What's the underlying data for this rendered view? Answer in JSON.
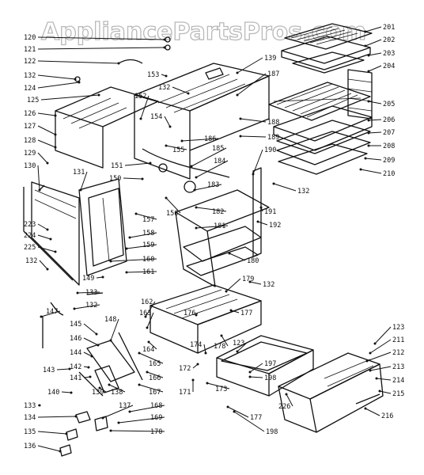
{
  "watermark": "AppliancePartsPros.com",
  "labels": [
    "120",
    "121",
    "122",
    "132",
    "124",
    "125",
    "126",
    "127",
    "128",
    "129",
    "130",
    "131",
    "152",
    "153",
    "132",
    "139",
    "187",
    "154",
    "188",
    "189",
    "186",
    "155",
    "185",
    "151",
    "150",
    "157",
    "156",
    "184",
    "190",
    "183",
    "182",
    "181",
    "180",
    "158",
    "159",
    "160",
    "161",
    "149",
    "223",
    "224",
    "225",
    "132",
    "133",
    "132",
    "191",
    "192",
    "179",
    "132",
    "201",
    "202",
    "203",
    "204",
    "205",
    "206",
    "207",
    "208",
    "209",
    "210",
    "132",
    "147",
    "145",
    "148",
    "146",
    "144",
    "143",
    "142",
    "141",
    "140",
    "139",
    "138",
    "162",
    "163",
    "164",
    "165",
    "166",
    "167",
    "176",
    "177",
    "178",
    "123",
    "172",
    "173",
    "171",
    "123",
    "211",
    "212",
    "213",
    "214",
    "215",
    "216",
    "197",
    "198",
    "174",
    "226",
    "177",
    "198",
    "133",
    "134",
    "135",
    "136",
    "137",
    "168",
    "169",
    "170"
  ]
}
